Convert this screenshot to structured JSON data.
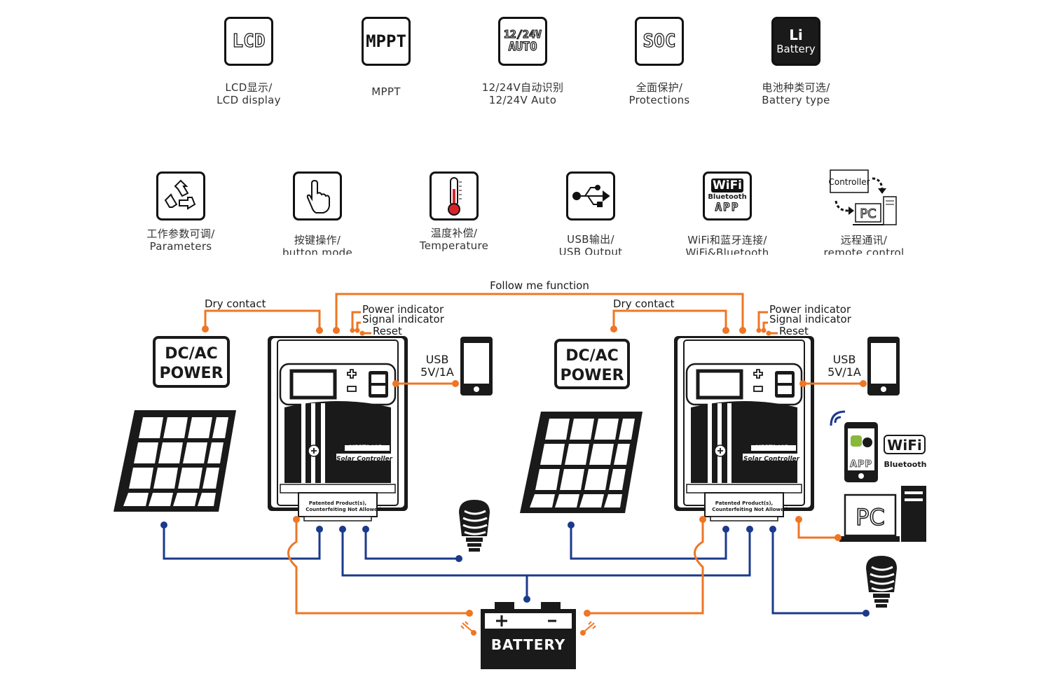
{
  "features_row1": [
    {
      "icon": "lcd-icon",
      "icon_text": "LCD",
      "label_cn": "LCD显示/",
      "label_en": "LCD display"
    },
    {
      "icon": "mppt-icon",
      "icon_text": "MPPT",
      "label_cn": "",
      "label_en": "MPPT"
    },
    {
      "icon": "auto-voltage-icon",
      "icon_text_1": "12/24V",
      "icon_text_2": "AUTO",
      "label_cn": "12/24V自动识别",
      "label_en": "12/24V Auto"
    },
    {
      "icon": "soc-icon",
      "icon_text": "SOC",
      "label_cn": "全面保护/",
      "label_en": "Protections"
    },
    {
      "icon": "li-battery-icon",
      "icon_text_1": "Li",
      "icon_text_2": "Battery",
      "label_cn": "电池种类可选/",
      "label_en": "Battery type"
    }
  ],
  "features_row2": [
    {
      "icon": "recycle-icon",
      "label_cn": "工作参数可调/",
      "label_en": "Parameters"
    },
    {
      "icon": "hand-press-icon",
      "label_cn": "按键操作/",
      "label_en": "button mode"
    },
    {
      "icon": "thermometer-icon",
      "label_cn": "温度补偿/",
      "label_en": "Temperature"
    },
    {
      "icon": "usb-icon",
      "label_cn": "USB输出/",
      "label_en": "USB Output"
    },
    {
      "icon": "wifi-bluetooth-app-icon",
      "wifi_text": "WiFi",
      "bt_text": "Bluetooth",
      "app_text": "APP",
      "label_cn": "WiFi和蓝牙连接/",
      "label_en": "WiFi&Bluetooth"
    },
    {
      "icon": "remote-control-icon",
      "controller_text": "Controller",
      "pc_text": "PC",
      "label_cn": "远程通讯/",
      "label_en": "remote control"
    }
  ],
  "diagram": {
    "follow_me": "Follow me function",
    "dry_contact": "Dry contact",
    "power_indicator": "Power indicator",
    "signal_indicator": "Signal indicator",
    "reset": "Reset",
    "usb": "USB",
    "usb_spec": "5V/1A",
    "dcac_line1": "DC/AC",
    "dcac_line2": "POWER",
    "model": "MPPT140D",
    "controller_name": "Solar Controller",
    "patented": "Patented Product(s),",
    "counterfeiting": "Counterfeiting  Not  Allowed",
    "battery": "BATTERY",
    "app_text": "APP",
    "wifi_text": "WiFi",
    "bt_text": "Bluetooth",
    "pc_text": "PC"
  },
  "colors": {
    "orange": "#ee7624",
    "navy": "#1b3a8c",
    "dark": "#1a1a1a"
  }
}
